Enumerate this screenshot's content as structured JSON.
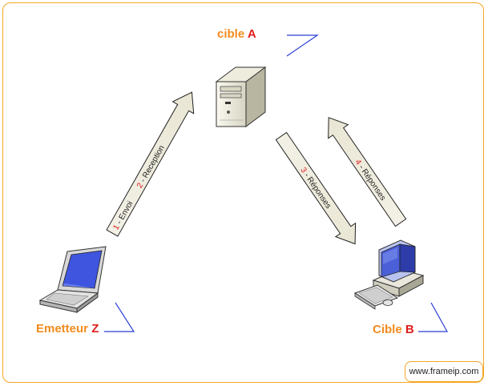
{
  "nodes": {
    "target_a": {
      "label": "cible",
      "key": "A"
    },
    "sender_z": {
      "label": "Emetteur",
      "key": "Z"
    },
    "target_b": {
      "label": "Cible",
      "key": "B"
    }
  },
  "arrows": [
    {
      "num": "1",
      "text": " - Envoi"
    },
    {
      "num": "2",
      "text": " - Reception"
    },
    {
      "num": "3",
      "text": " - Réponses"
    },
    {
      "num": "4",
      "text": " - Réponses"
    }
  ],
  "credit": "www.frameip.com",
  "colors": {
    "label": "#f28c1e",
    "key": "#e01b1b",
    "frame": "#f5a623",
    "accent_line": "#2b3fd6"
  },
  "icons": [
    "server-icon",
    "laptop-icon",
    "desktop-computer-icon"
  ]
}
